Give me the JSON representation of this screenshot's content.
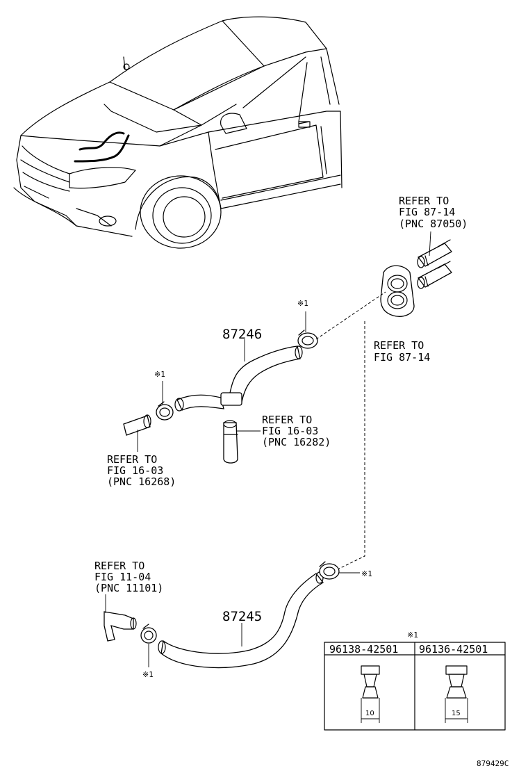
{
  "labels": {
    "refer_87050": [
      "REFER TO",
      "FIG 87-14",
      "(PNC 87050)"
    ],
    "refer_87_14": [
      "REFER TO",
      "FIG 87-14"
    ],
    "refer_16282": [
      "REFER TO",
      "FIG 16-03",
      "(PNC 16282)"
    ],
    "refer_16268": [
      "REFER TO",
      "FIG 16-03",
      "(PNC 16268)"
    ],
    "refer_11101": [
      "REFER TO",
      "FIG 11-04",
      "(PNC 11101)"
    ]
  },
  "parts": {
    "upper_hose": "87246",
    "lower_hose": "87245"
  },
  "note_mark": "※1",
  "clamp_table": {
    "mark": "※1",
    "columns": [
      {
        "part_no": "96138-42501",
        "dimension": "10"
      },
      {
        "part_no": "96136-42501",
        "dimension": "15"
      }
    ]
  },
  "figure_id": "879429C"
}
